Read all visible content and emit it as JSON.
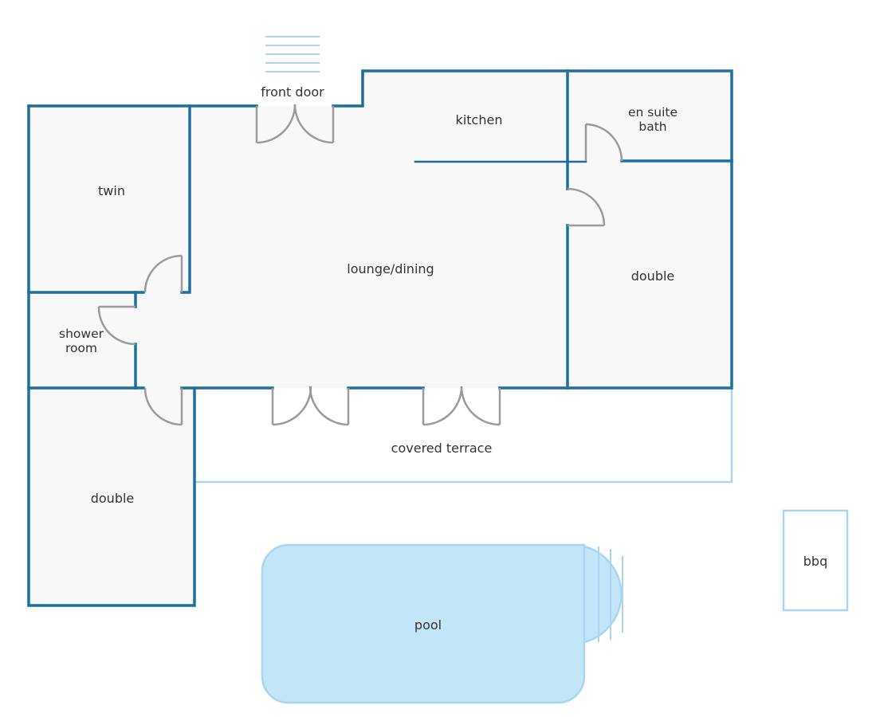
{
  "colors": {
    "wall": "#1d6f9e",
    "light_wall": "#a9d6ee",
    "floor": "#f8f8f8",
    "door": "#9b9b9b",
    "pool_fill": "#c3e5f8",
    "pool_edge": "#a9d6ee",
    "text": "#333333"
  },
  "rooms": {
    "front_door": "front door",
    "kitchen": "kitchen",
    "en_suite_line1": "en suite",
    "en_suite_line2": "bath",
    "twin": "twin",
    "lounge": "lounge/dining",
    "double_right": "double",
    "shower_line1": "shower",
    "shower_line2": "room",
    "covered_terrace": "covered terrace",
    "double_left": "double",
    "pool": "pool",
    "bbq": "bbq"
  }
}
